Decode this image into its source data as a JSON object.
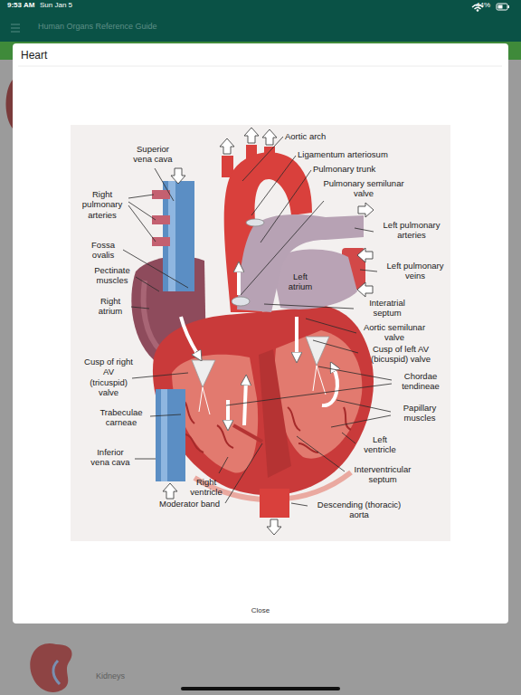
{
  "diagram": {
    "title": "Heart",
    "labels": [
      "9:53 AM",
      "Sun Jan 5",
      "44%",
      "Human Organs Reference Guide",
      "Aortic arch",
      "Superior vena cava",
      "Ligamentum arteriosum",
      "Pulmonary trunk",
      "Pulmonary semilunar valve",
      "Right pulmonary arteries",
      "Left pulmonary arteries",
      "Fossa ovalis",
      "Left pulmonary veins",
      "Pectinate muscles",
      "Left atrium",
      "Right atrium",
      "Interatrial septum",
      "Aortic semilunar valve",
      "Cusp of left AV (bicuspid) valve",
      "Cusp of right AV (tricuspid) valve",
      "Chordae tendineae",
      "Trabeculae carneae",
      "Papillary muscles",
      "Left ventricle",
      "Inferior vena cava",
      "Interventricular septum",
      "Right ventricle",
      "Moderator band",
      "Descending (thoracic) aorta",
      "Close",
      "Kidneys"
    ]
  }
}
